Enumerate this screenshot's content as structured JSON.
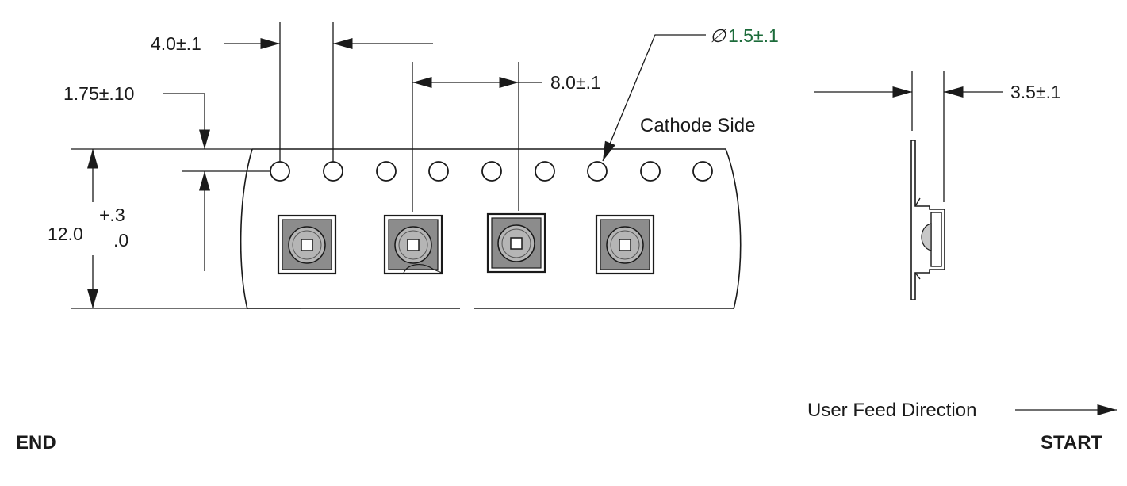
{
  "dimensions": {
    "sprocket_pitch": "4.0±.1",
    "hole_offset": "1.75±.10",
    "tape_width_base": "12.0",
    "tape_width_plus": "+.3",
    "tape_width_minus": ".0",
    "pocket_pitch": "8.0±.1",
    "hole_diameter_symbol": "∅",
    "hole_diameter": "1.5±.1",
    "tape_thickness": "3.5±.1"
  },
  "labels": {
    "cathode_side": "Cathode Side",
    "feed_direction": "User Feed Direction",
    "end": "END",
    "start": "START"
  },
  "colors": {
    "line": "#1a1a1a",
    "component_body": "#8c8c8c",
    "lens": "#b5b5b5",
    "diameter_label": "#1c6b3a"
  }
}
